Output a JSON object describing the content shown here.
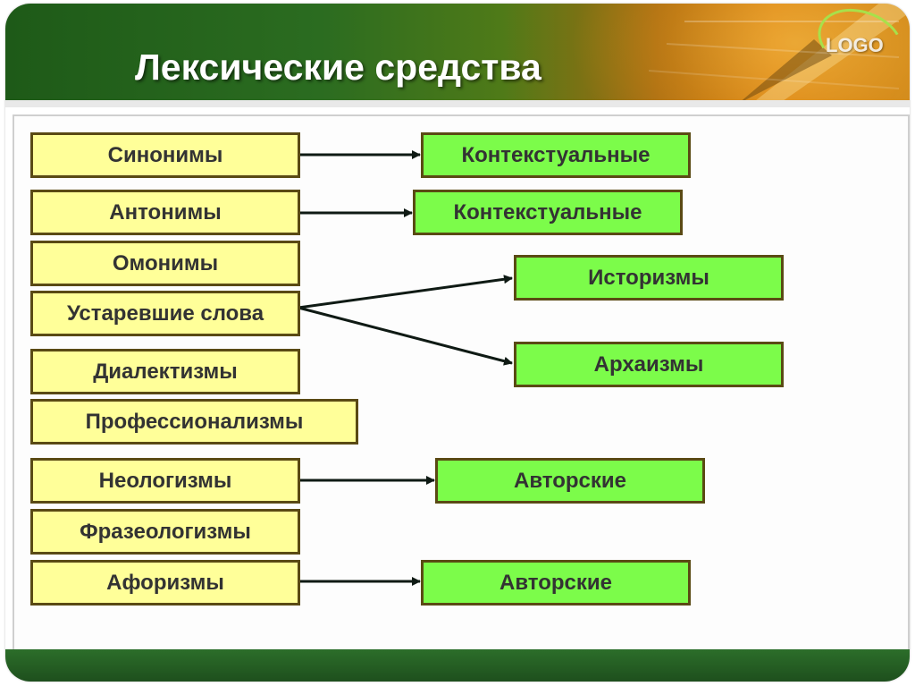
{
  "title": "Лексические средства",
  "logo": "LOGO",
  "colors": {
    "left_fill": "#ffff99",
    "right_fill": "#7cfc4a",
    "border": "#5a4a14",
    "header_green": "#2b6c20",
    "header_orange": "#d47f12",
    "footer": "#1e4f1d"
  },
  "left_items": [
    "Синонимы",
    "Антонимы",
    "Омонимы",
    "Устаревшие слова",
    "Диалектизмы",
    "Профессионализмы",
    "Неологизмы",
    "Фразеологизмы",
    "Афоризмы"
  ],
  "right_items": [
    "Контекстуальные",
    "Контекстуальные",
    "Историзмы",
    "Архаизмы",
    "Авторские",
    "Авторские"
  ],
  "links": [
    {
      "from": 0,
      "to": 0
    },
    {
      "from": 1,
      "to": 1
    },
    {
      "from": 3,
      "to": 2
    },
    {
      "from": 3,
      "to": 3
    },
    {
      "from": 6,
      "to": 4
    },
    {
      "from": 8,
      "to": 5
    }
  ]
}
